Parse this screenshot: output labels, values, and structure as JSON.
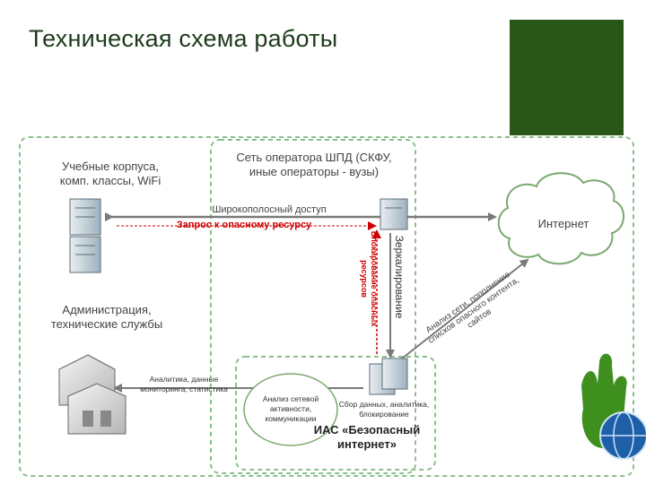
{
  "slide": {
    "title": "Техническая схема работы"
  },
  "diagram": {
    "campus_label": "Учебные корпуса,\nкомп. классы, WiFi",
    "operator_network_label": "Сеть оператора ШПД (СКФУ,\nиные операторы - вузы)",
    "broadband_label": "Широкополосный доступ",
    "dangerous_request_label": "Запрос к опасному ресурсу",
    "mirroring_label": "Зеркалирование",
    "blocking_label": "Блокирование опасных\nресурсов",
    "internet_label": "Интернет",
    "admin_label": "Администрация,\nтехнические службы",
    "analysis_internet_label": "Анализ сети, пополнение\nсписков опасного контента,\nсайтов",
    "monitoring_label": "Аналитика, данные\nмониторинга, статистика",
    "network_analysis_label": "Анализ сетевой\nактивности,\nкоммуникации",
    "data_collection_label": "Сбор данных, аналитика,\nблокирование",
    "iac_label": "ИАС «Безопасный\nинтернет»"
  },
  "colors": {
    "title": "#1f3b1c",
    "accent_green": "#285717",
    "dashed_border": "#8cc08a",
    "arrow_gray": "#7a7a7a",
    "alert_red": "#d00000"
  },
  "icons": [
    "server-icon",
    "building-icon",
    "cloud-icon",
    "hand-globe-icon"
  ]
}
